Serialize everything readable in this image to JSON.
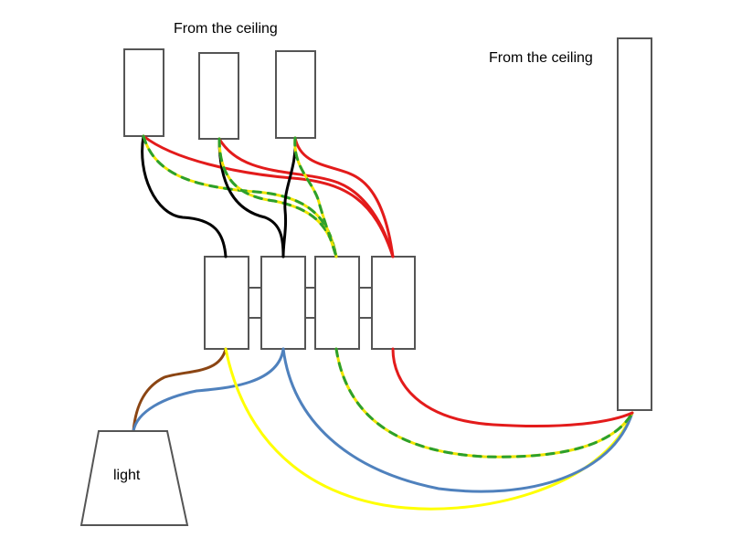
{
  "labels": {
    "ceiling_left": "From the ceiling",
    "ceiling_right": "From the ceiling",
    "light": "light"
  },
  "colors": {
    "live": "#e31b1b",
    "neutral": "#000000",
    "earth_green": "#2ca02c",
    "earth_yellow": "#f0e400",
    "switched_brown": "#8b4513",
    "blue": "#4f81bd",
    "yellow": "#ffff00",
    "box_stroke": "#555555"
  }
}
